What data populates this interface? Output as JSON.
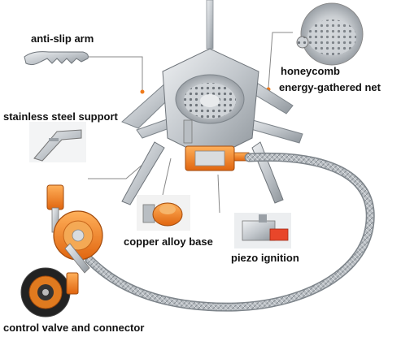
{
  "labels": {
    "anti_slip_arm": "anti-slip arm",
    "honeycomb": "honeycomb",
    "energy_net": "energy-gathered net",
    "stainless_support": "stainless steel support",
    "copper_base": "copper alloy base",
    "piezo": "piezo ignition",
    "control_valve": "control valve and connector"
  },
  "colors": {
    "accent_orange": "#f07a1a",
    "steel": "#c9cdd1",
    "steel_dark": "#8c9298",
    "callout_line": "#888888"
  }
}
